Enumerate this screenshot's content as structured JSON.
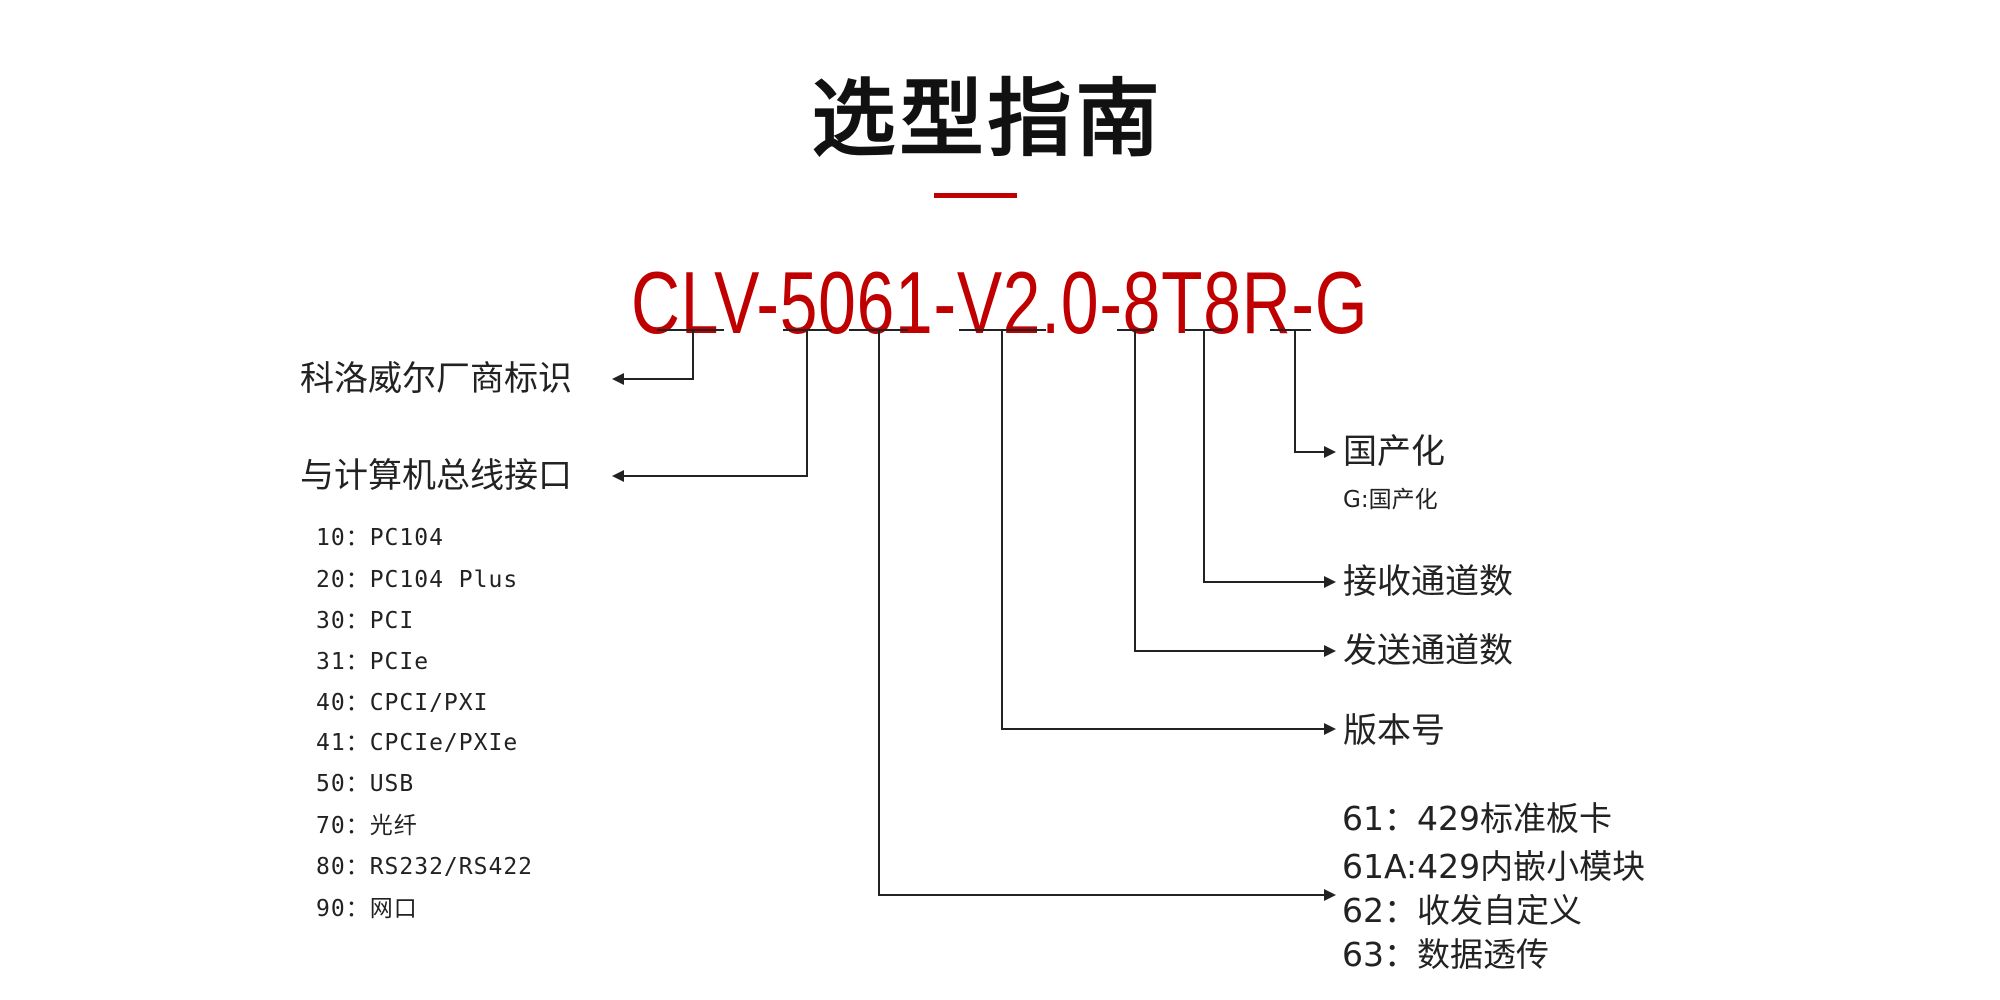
{
  "title": "选型指南",
  "accent_color": "#c00000",
  "part_number": "CLV-5061-V2.0-8T8R-G",
  "left_labels": {
    "vendor": "科洛威尔厂商标识",
    "bus": "与计算机总线接口"
  },
  "bus_options": [
    "10：PC104",
    "20：PC104 Plus",
    "30：PCI",
    "31：PCIe",
    "40：CPCI/PXI",
    "41：CPCIe/PXIe",
    "50：USB",
    "70：光纤",
    "80：RS232/RS422",
    "90：网口"
  ],
  "right_labels": {
    "localization": "国产化",
    "localization_note": "G:国产化",
    "rx_channels": "接收通道数",
    "tx_channels": "发送通道数",
    "version": "版本号"
  },
  "type_options": [
    "61：429标准板卡",
    "61A:429内嵌小模块",
    "62：收发自定义",
    "63：数据透传"
  ]
}
